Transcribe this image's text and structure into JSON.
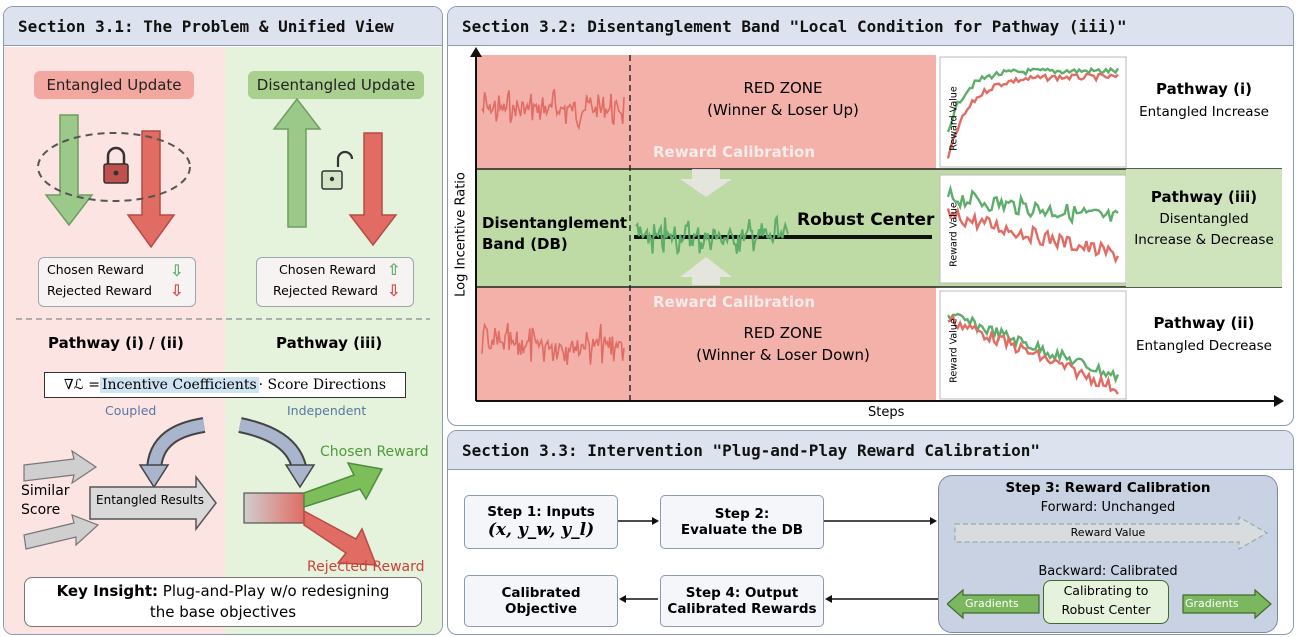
{
  "top_banner": "",
  "s31": {
    "title": "Section 3.1: The Problem & Unified View",
    "entangled_label": "Entangled Update",
    "disentangled_label": "Disentangled Update",
    "legend_left": {
      "chosen": "Chosen Reward",
      "rejected": "Rejected Reward"
    },
    "legend_right": {
      "chosen": "Chosen Reward",
      "rejected": "Rejected Reward"
    },
    "pathway_left": "Pathway (i) / (ii)",
    "pathway_right": "Pathway (iii)",
    "formula_lhs": "∇ℒ = ",
    "formula_coeff": "Incentive Coefficients",
    "formula_rest": " · Score Directions",
    "coupled": "Coupled",
    "independent": "Independent",
    "similar_score": "Similar\nScore",
    "similar_line1": "Similar",
    "similar_line2": "Score",
    "entangled_results": "Entangled Results",
    "chosen_reward": "Chosen Reward",
    "rejected_reward": "Rejected Reward",
    "key_insight_bold": "Key Insight:",
    "key_insight_text": " Plug-and-Play w/o redesigning",
    "key_insight_text2": "the base objectives"
  },
  "s32": {
    "title": "Section 3.2: Disentanglement Band  \"Local Condition for Pathway (iii)\"",
    "y_axis": "Log Incentive Ratio",
    "x_axis": "Steps",
    "red_zone_top_1": "RED ZONE",
    "red_zone_top_2": "(Winner & Loser Up)",
    "red_zone_bottom_1": "RED ZONE",
    "red_zone_bottom_2": "(Winner & Loser Down)",
    "reward_calibration_top": "Reward Calibration",
    "reward_calibration_bottom": "Reward Calibration",
    "db_1": "Disentanglement",
    "db_2": "Band (DB)",
    "robust_center": "Robust Center",
    "mini_ylabel": "Reward Value",
    "pathway_i_title": "Pathway (i)",
    "pathway_i_sub": "Entangled Increase",
    "pathway_iii_title": "Pathway (iii)",
    "pathway_iii_sub1": "Disentangled",
    "pathway_iii_sub2": "Increase  & Decrease",
    "pathway_ii_title": "Pathway (ii)",
    "pathway_ii_sub": "Entangled Decrease"
  },
  "s33": {
    "title": "Section 3.3: Intervention \"Plug-and-Play Reward Calibration\"",
    "step1_title": "Step 1: Inputs",
    "step1_math": "(x, y_w, y_l)",
    "step2_title": "Step 2:",
    "step2_sub": "Evaluate the DB",
    "step3_title": "Step 3: Reward Calibration",
    "forward": "Forward: Unchanged",
    "reward_value": "Reward Value",
    "backward": "Backward: Calibrated",
    "gradients_left": "Gradients",
    "gradients_right": "Gradients",
    "calib_1": "Calibrating to",
    "calib_2": "Robust Center",
    "step4_title": "Step 4: Output",
    "step4_sub": "Calibrated Rewards",
    "calibrated_objective": "Calibrated Objective"
  },
  "colors": {
    "red_zone": "#f3b1aa",
    "green_band": "#bedaa5",
    "red_line": "#e06c64",
    "green_line": "#5fad6b",
    "pink_bg": "#fbe4e1",
    "green_bg": "#e6f3dc",
    "panel_head": "#dde3ee"
  }
}
